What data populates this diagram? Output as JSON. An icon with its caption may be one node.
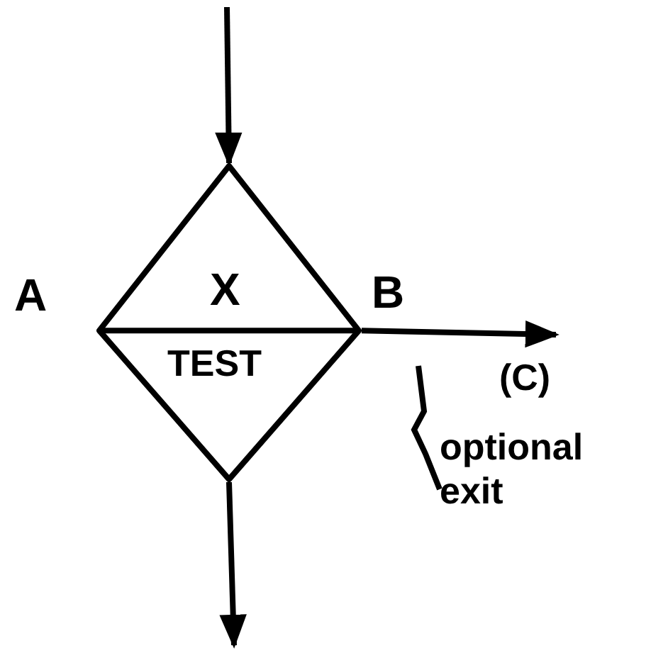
{
  "diagram": {
    "nodes": [
      {
        "text": [
          "X",
          "TEST"
        ],
        "beside": [
          "A",
          "B"
        ]
      },
      {
        "text": [
          "optional exit"
        ]
      }
    ],
    "edges": [
      {
        "from": null,
        "to": 0,
        "arrow": "to"
      },
      {
        "from": 0,
        "to": null,
        "arrow": "to"
      },
      {
        "from": 0,
        "to": null,
        "arrow": "to"
      },
      {
        "from": 1,
        "to": null,
        "arrow": "none"
      }
    ],
    "labels": [
      "(C)"
    ]
  }
}
